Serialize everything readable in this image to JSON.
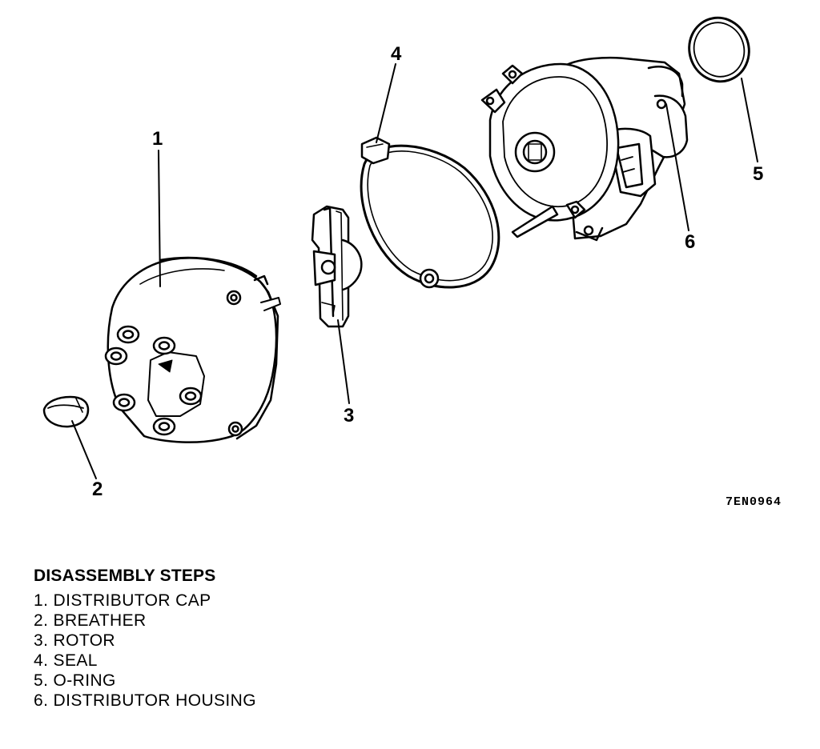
{
  "figure_id": "7EN0964",
  "callouts": [
    {
      "num": "1",
      "part": "distributor-cap"
    },
    {
      "num": "2",
      "part": "breather"
    },
    {
      "num": "3",
      "part": "rotor"
    },
    {
      "num": "4",
      "part": "seal"
    },
    {
      "num": "5",
      "part": "o-ring"
    },
    {
      "num": "6",
      "part": "distributor-housing"
    }
  ],
  "steps": {
    "title": "DISASSEMBLY STEPS",
    "items": [
      "1. DISTRIBUTOR CAP",
      "2. BREATHER",
      "3. ROTOR",
      "4. SEAL",
      "5. O-RING",
      "6. DISTRIBUTOR HOUSING"
    ]
  }
}
